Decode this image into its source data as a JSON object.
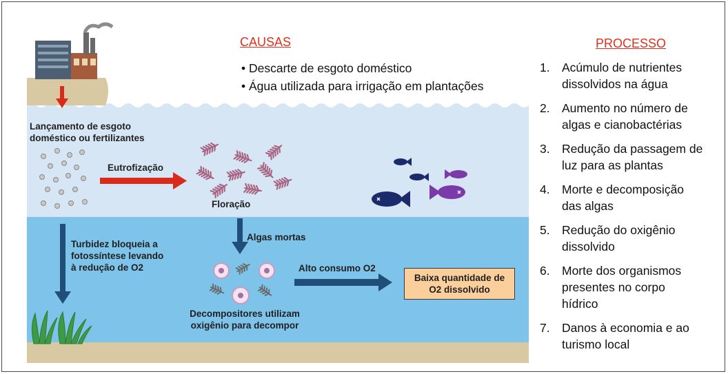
{
  "causes": {
    "title": "CAUSAS",
    "items": [
      "• Descarte de esgoto doméstico",
      "• Água utilizada para irrigação em plantações"
    ]
  },
  "process": {
    "title": "PROCESSO",
    "steps": [
      {
        "num": "1.",
        "lines": [
          "Acúmulo de nutrientes",
          "dissolvidos na água"
        ]
      },
      {
        "num": "2.",
        "lines": [
          "Aumento no número de",
          "algas e cianobactérias"
        ]
      },
      {
        "num": "3.",
        "lines": [
          "Redução da passagem de",
          "luz para as plantas"
        ]
      },
      {
        "num": "4.",
        "lines": [
          "Morte e decomposição",
          "das algas"
        ]
      },
      {
        "num": "5.",
        "lines": [
          "Redução do oxigênio",
          "dissolvido"
        ]
      },
      {
        "num": "6.",
        "lines": [
          "Morte dos organismos",
          "presentes no corpo",
          "hídrico"
        ]
      },
      {
        "num": "7.",
        "lines": [
          "Danos à economia e ao",
          "turismo local"
        ]
      }
    ]
  },
  "diagram": {
    "launch": [
      "Lançamento de esgoto",
      "doméstico ou fertilizantes"
    ],
    "eutrophication": "Eutrofização",
    "bloom": "Floração",
    "dead_algae": "Algas mortas",
    "turbidity": [
      "Turbidez bloqueia a",
      "fotossíntese levando",
      "à redução de O2"
    ],
    "decomposers": [
      "Decompositores utilizam",
      "oxigênio para decompor"
    ],
    "high_consumption": "Alto consumo  O2",
    "low_o2": [
      "Baixa quantidade de",
      "O2 dissolvido"
    ]
  },
  "colors": {
    "sky": "#ffffff",
    "water_top": "#d6e6f4",
    "water_bottom": "#7ec3e9",
    "sand": "#d8c9a3",
    "red_arrow": "#d92b1c",
    "blue_arrow": "#1f4e79",
    "header_red": "#e0301e",
    "algae_pink": "#a86482",
    "fish_navy": "#1b2a6b",
    "fish_purple": "#7a3aa8",
    "plant_green": "#3e9a45",
    "box_fill": "#fbcf9b"
  }
}
